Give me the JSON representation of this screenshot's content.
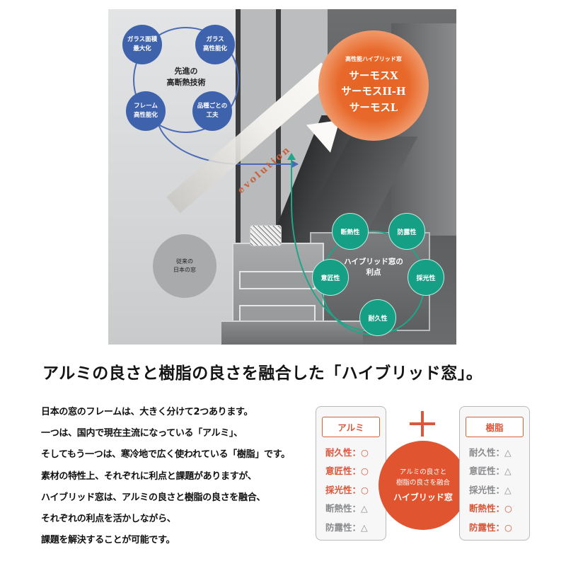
{
  "diagram": {
    "tech_ring": {
      "center": [
        "先進の",
        "高断熱技術"
      ],
      "nodes": [
        {
          "lines": [
            "ガラス面積",
            "最大化"
          ]
        },
        {
          "lines": [
            "ガラス",
            "高性能化"
          ]
        },
        {
          "lines": [
            "フレーム",
            "高性能化"
          ]
        },
        {
          "lines": [
            "品種ごとの",
            "工夫"
          ]
        }
      ],
      "color": "#3f62ad"
    },
    "product": {
      "caption": "高性能ハイブリッド窓",
      "items": [
        "サーモスX",
        "サーモスII-H",
        "サーモスL"
      ],
      "color": "#e46224"
    },
    "arrow_label": "evolution",
    "legacy": {
      "lines": [
        "従来の",
        "日本の窓"
      ]
    },
    "benefit_ring": {
      "center": [
        "ハイブリッド窓の",
        "利点"
      ],
      "nodes": [
        "断熱性",
        "防露性",
        "意匠性",
        "採光性",
        "耐久性"
      ],
      "color": "#159f85"
    }
  },
  "headline": "アルミの良さと樹脂の良さを融合した「ハイブリッド窓」。",
  "body": {
    "lines": [
      "日本の窓のフレームは、大きく分けて2つあります。",
      "一つは、国内で現在主流になっている「アルミ」、",
      "そしてもう一つは、寒冷地で広く使われている「樹脂」です。",
      "素材の特性上、それぞれに利点と課題がありますが、",
      "ハイブリッド窓は、アルミの良さと樹脂の良さを融合、",
      "それぞれの利点を活かしながら、",
      "課題を解決することが可能です。"
    ]
  },
  "comparison": {
    "aluminum": {
      "label": "アルミ",
      "rows": [
        {
          "text": "耐久性：○",
          "rating": "good"
        },
        {
          "text": "意匠性：○",
          "rating": "good"
        },
        {
          "text": "採光性：○",
          "rating": "good"
        },
        {
          "text": "断熱性：△",
          "rating": "fair"
        },
        {
          "text": "防露性：△",
          "rating": "fair"
        }
      ]
    },
    "resin": {
      "label": "樹脂",
      "rows": [
        {
          "text": "耐久性：△",
          "rating": "fair"
        },
        {
          "text": "意匠性：△",
          "rating": "fair"
        },
        {
          "text": "採光性：△",
          "rating": "fair"
        },
        {
          "text": "断熱性：○",
          "rating": "good"
        },
        {
          "text": "防露性：○",
          "rating": "good"
        }
      ]
    },
    "plus_symbol": "+",
    "fusion": {
      "lines": [
        "アルミの良さと",
        "樹脂の良さを融合"
      ],
      "title": "ハイブリッド窓",
      "color": "#e0552f"
    },
    "colors": {
      "good": "#d9573a",
      "fair": "#8a8b8d"
    }
  }
}
